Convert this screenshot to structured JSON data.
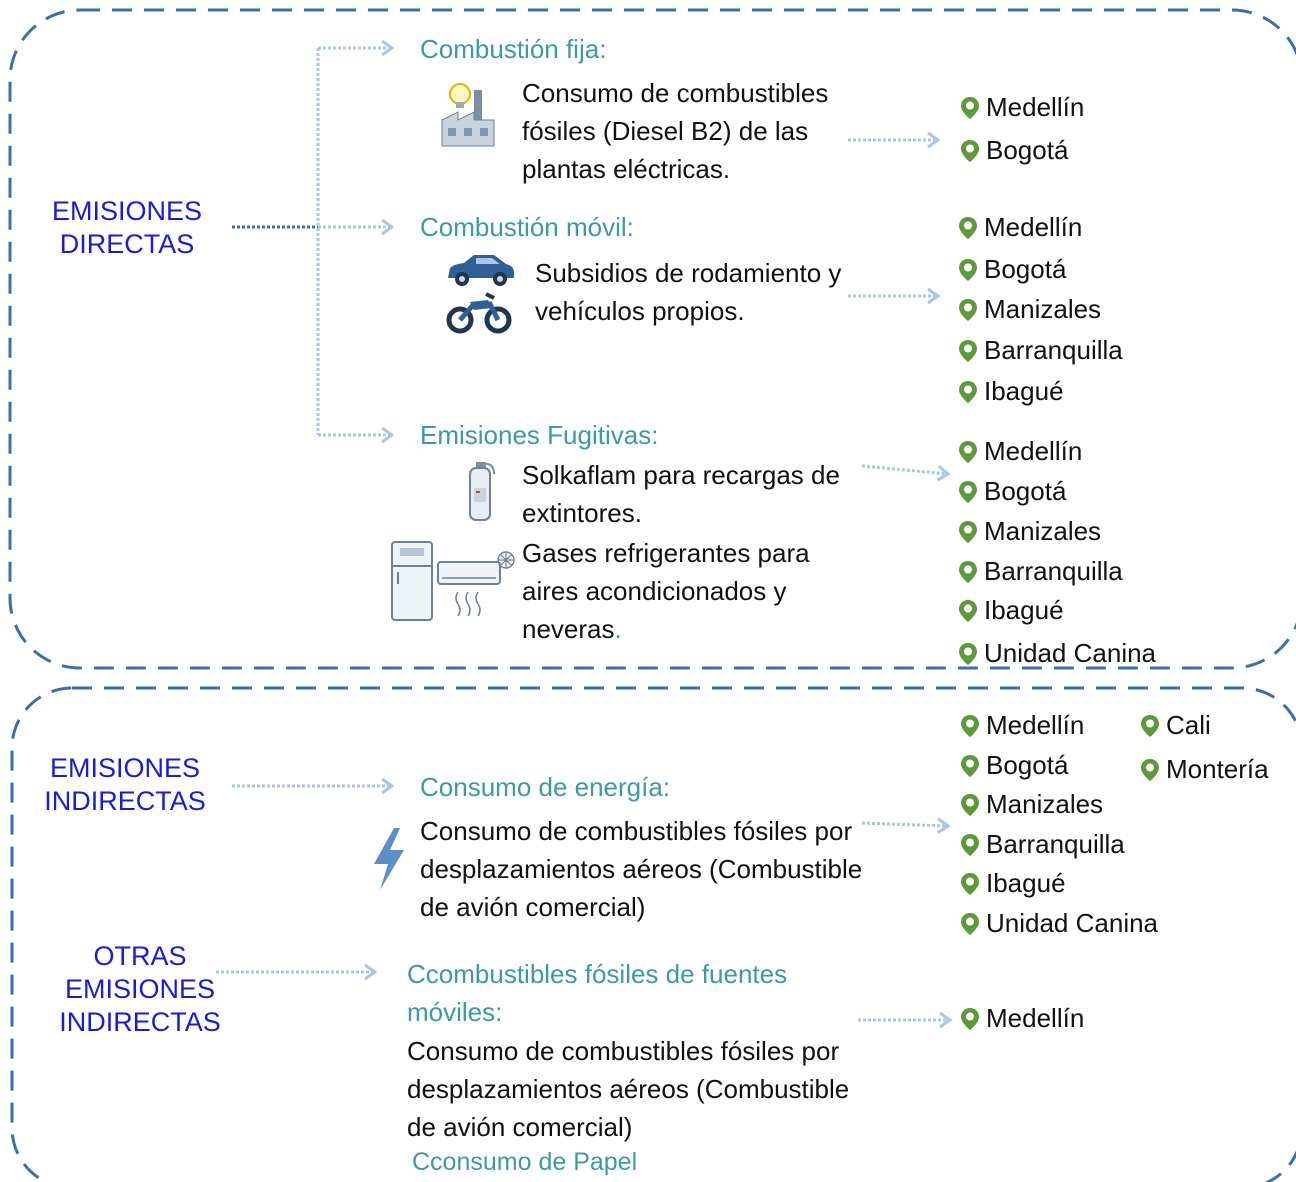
{
  "direct": {
    "title_line1": "EMISIONES",
    "title_line2": "DIRECTAS",
    "fixed": {
      "heading": "Combustión fija:",
      "icon": "factory-lightbulb-icon",
      "desc": "Consumo de combustibles fósiles (Diesel B2) de las plantas eléctricas.",
      "locations": [
        "Medellín",
        "Bogotá"
      ]
    },
    "mobile": {
      "heading": "Combustión móvil:",
      "icons": [
        "car-icon",
        "motorcycle-icon"
      ],
      "desc": "Subsidios de rodamiento y vehículos propios.",
      "locations": [
        "Medellín",
        "Bogotá",
        "Manizales",
        "Barranquilla",
        "Ibagué"
      ]
    },
    "fugitive": {
      "heading": "Emisiones Fugitivas:",
      "icons": [
        "fire-extinguisher-icon",
        "fridge-air-conditioner-icon"
      ],
      "desc1": "Solkaflam para recargas de extintores.",
      "desc2": "Gases refrigerantes para aires acondicionados y neveras",
      "desc2_end": ".",
      "locations": [
        "Medellín",
        "Bogotá",
        "Manizales",
        "Barranquilla",
        "Ibagué",
        "Unidad Canina"
      ]
    }
  },
  "indirect": {
    "title_line1": "EMISIONES",
    "title_line2": "INDIRECTAS",
    "energy": {
      "heading": "Consumo de energía:",
      "icon": "lightning-icon",
      "desc": "Consumo de combustibles fósiles por desplazamientos aéreos (Combustible de avión comercial)",
      "locations_col1": [
        "Medellín",
        "Bogotá",
        "Manizales",
        "Barranquilla",
        "Ibagué",
        "Unidad Canina"
      ],
      "locations_col2": [
        "Cali",
        "Montería"
      ]
    }
  },
  "other": {
    "title_line1": "OTRAS",
    "title_line2": "EMISIONES",
    "title_line3": "INDIRECTAS",
    "heading_line1": "Ccombustibles fósiles de fuentes",
    "heading_line2": "móviles:",
    "desc": "Consumo de combustibles fósiles por desplazamientos aéreos (Combustible de avión comercial)",
    "footer": "Cconsumo de Papel",
    "locations": [
      "Medellín"
    ]
  },
  "colors": {
    "category": "#1a1adb",
    "heading": "#3b9aa6",
    "dashed_border": "#3a6fae",
    "arrow": "#a9c6e6",
    "pin": "#5e9a3a"
  }
}
